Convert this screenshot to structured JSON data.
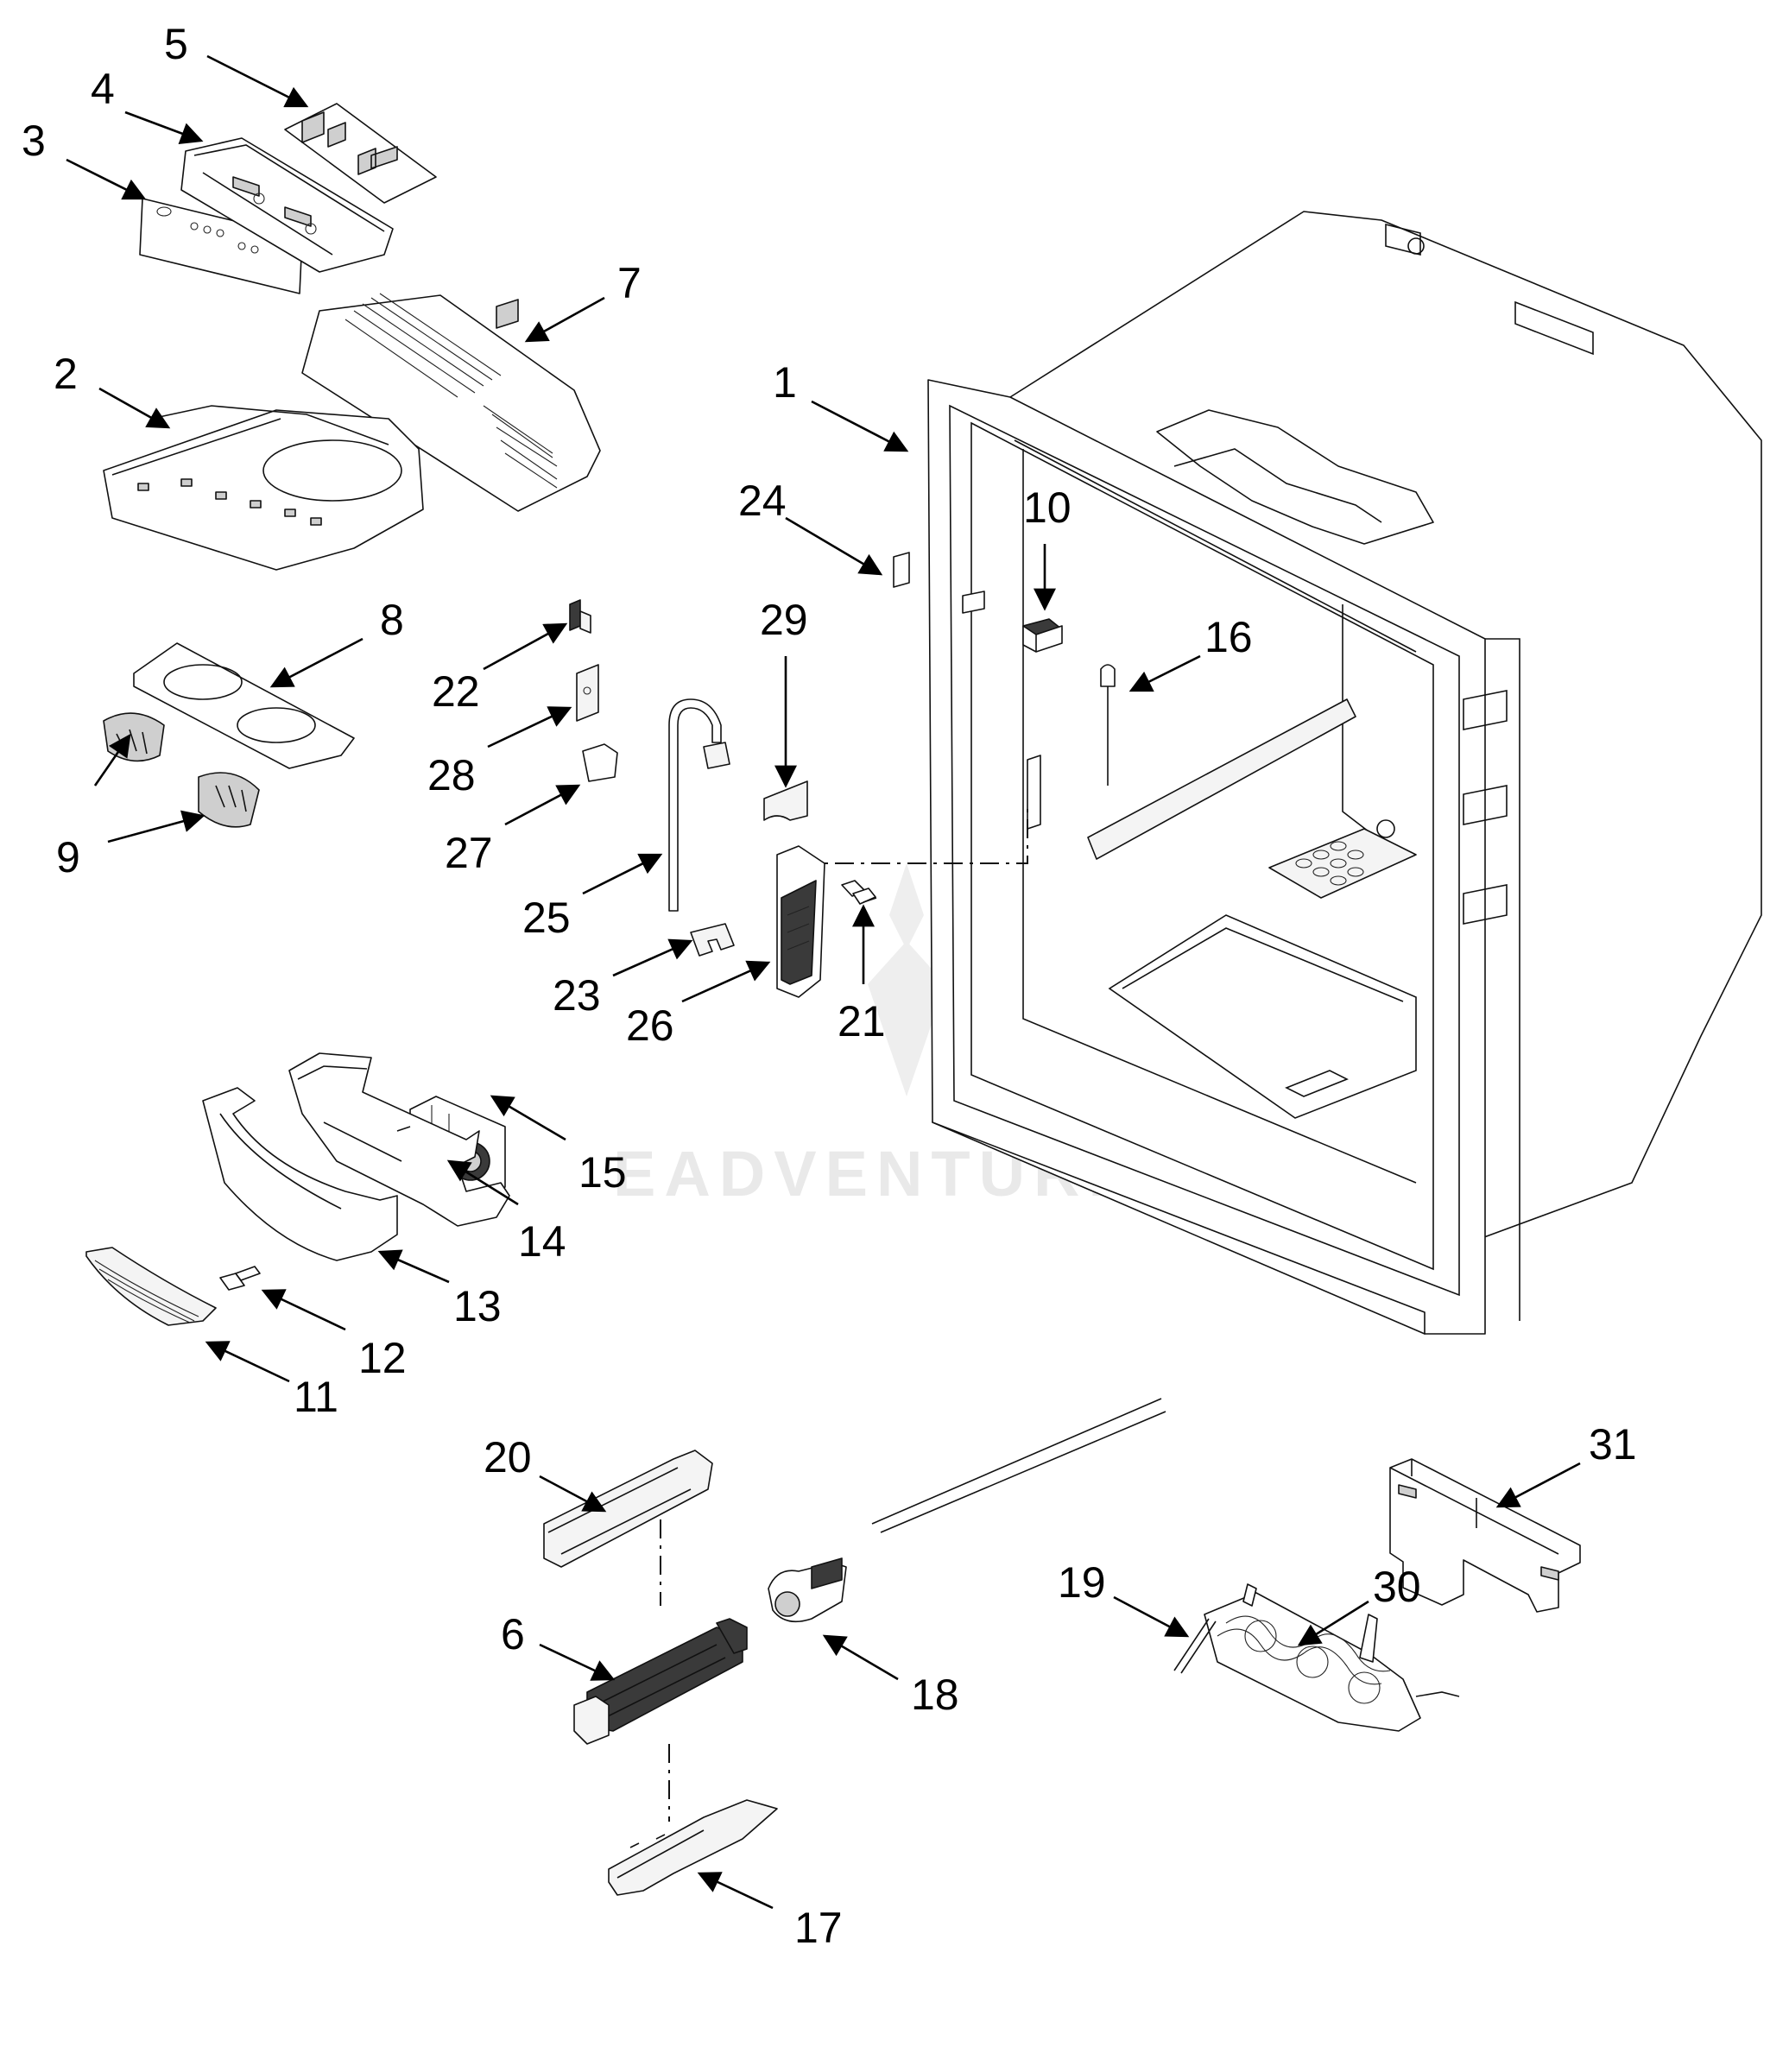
{
  "watermark": {
    "text": "EADVENTURE"
  },
  "callouts": {
    "c1": "1",
    "c2": "2",
    "c3": "3",
    "c4": "4",
    "c5": "5",
    "c6": "6",
    "c7": "7",
    "c8": "8",
    "c9": "9",
    "c10": "10",
    "c11": "11",
    "c12": "12",
    "c13": "13",
    "c14": "14",
    "c15": "15",
    "c16": "16",
    "c17": "17",
    "c18": "18",
    "c19": "19",
    "c20": "20",
    "c21": "21",
    "c22": "22",
    "c23": "23",
    "c24": "24",
    "c25": "25",
    "c26": "26",
    "c27": "27",
    "c28": "28",
    "c29": "29",
    "c30": "30",
    "c31": "31"
  }
}
